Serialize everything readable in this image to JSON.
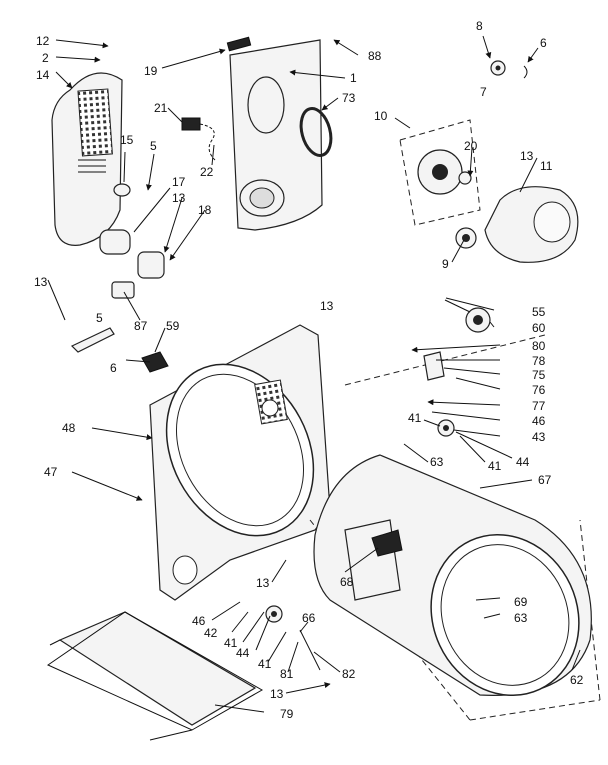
{
  "callouts": [
    "12",
    "2",
    "14",
    "19",
    "88",
    "1",
    "8",
    "6",
    "7",
    "21",
    "73",
    "10",
    "15",
    "5",
    "17",
    "20",
    "22",
    "13",
    "11",
    "18",
    "9",
    "87",
    "59",
    "55",
    "60",
    "80",
    "78",
    "75",
    "76",
    "77",
    "48",
    "46",
    "41",
    "43",
    "44",
    "47",
    "63",
    "67",
    "68",
    "42",
    "66",
    "81",
    "82",
    "69",
    "62",
    "79"
  ]
}
